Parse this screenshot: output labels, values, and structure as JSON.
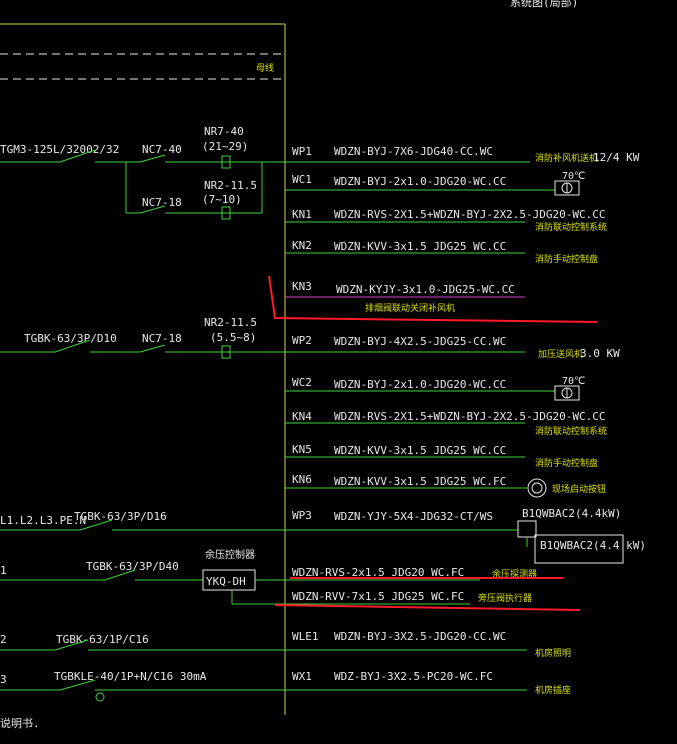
{
  "header_fragment": "系统图(局部)",
  "busbar_label": "母线",
  "colors": {
    "wire_green": "#3bd23b",
    "text_green": "#44e044",
    "label_yellow": "#d8e010",
    "text_white": "#e8e8e8",
    "frame_yellow": "#d8d440",
    "red_mark": "#ff1a2a",
    "magenta": "#d040d0"
  },
  "breakers": [
    {
      "id": "b1",
      "label": "TGM3-125L/32002/32"
    },
    {
      "id": "b2",
      "label": "TGBK-63/3P/D10"
    },
    {
      "id": "b3",
      "label": "TGBK-63/3P/D16"
    },
    {
      "id": "b4",
      "label": "TGBK-63/3P/D40"
    },
    {
      "id": "b5",
      "label": "TGBK-63/1P/C16"
    },
    {
      "id": "b6",
      "label": "TGBKLE-40/1P+N/C16 30mA"
    }
  ],
  "contactors": [
    "NC7-40",
    "NC7-18",
    "NC7-18"
  ],
  "thermal_relays": [
    {
      "label": "NR7-40",
      "range": "(21~29)"
    },
    {
      "label": "NR2-11.5",
      "range": "(7~10)"
    },
    {
      "label": "NR2-11.5",
      "range": "(5.5~8)"
    }
  ],
  "phase_label": "L1.L2.L3.PE.N",
  "left_fragments": [
    "1",
    "2",
    "3"
  ],
  "controller": {
    "title": "余压控制器",
    "box_label": "YKQ-DH"
  },
  "circuits": [
    {
      "id": "WP1",
      "cable": "WDZN-BYJ-7X6-JDG40-CC.WC",
      "load": "消防补风机送机",
      "rating": "12/4 KW"
    },
    {
      "id": "WC1",
      "cable": "WDZN-BYJ-2x1.0-JDG20-WC.CC",
      "load": "70℃",
      "rating": ""
    },
    {
      "id": "KN1",
      "cable": "WDZN-RVS-2X1.5+WDZN-BYJ-2X2.5-JDG20-WC.CC",
      "load": "消防联动控制系统",
      "rating": ""
    },
    {
      "id": "KN2",
      "cable": "WDZN-KVV-3x1.5 JDG25 WC.CC",
      "load": "消防手动控制盘",
      "rating": ""
    },
    {
      "id": "KN3",
      "cable": "WDZN-KYJY-3x1.0-JDG25-WC.CC",
      "load": "排烟阀联动关闭补风机",
      "rating": ""
    },
    {
      "id": "WP2",
      "cable": "WDZN-BYJ-4X2.5-JDG25-CC.WC",
      "load": "加压送风机",
      "rating": "3.0 KW"
    },
    {
      "id": "WC2",
      "cable": "WDZN-BYJ-2x1.0-JDG20-WC.CC",
      "load": "70℃",
      "rating": ""
    },
    {
      "id": "KN4",
      "cable": "WDZN-RVS-2X1.5+WDZN-BYJ-2X2.5-JDG20-WC.CC",
      "load": "消防联动控制系统",
      "rating": ""
    },
    {
      "id": "KN5",
      "cable": "WDZN-KVV-3x1.5 JDG25 WC.CC",
      "load": "消防手动控制盘",
      "rating": ""
    },
    {
      "id": "KN6",
      "cable": "WDZN-KVV-3x1.5 JDG25 WC.FC",
      "load": "现场启动按钮",
      "rating": ""
    },
    {
      "id": "WP3",
      "cable": "WDZN-YJY-5X4-JDG32-CT/WS",
      "load": "B1QWBAC2(4.4kW)",
      "rating": "B1QWBAC2(4.4 kW)"
    },
    {
      "id": "",
      "cable": "WDZN-RVS-2x1.5 JDG20 WC.FC",
      "load": "余压探测器",
      "rating": ""
    },
    {
      "id": "",
      "cable": "WDZN-RVV-7x1.5 JDG25 WC.FC",
      "load": "旁压阀执行器",
      "rating": ""
    },
    {
      "id": "WLE1",
      "cable": "WDZN-BYJ-3X2.5-JDG20-CC.WC",
      "load": "机房照明",
      "rating": ""
    },
    {
      "id": "WX1",
      "cable": "WDZ-BYJ-3X2.5-PC20-WC.FC",
      "load": "机房插座",
      "rating": ""
    }
  ],
  "footer_fragment": "说明书."
}
